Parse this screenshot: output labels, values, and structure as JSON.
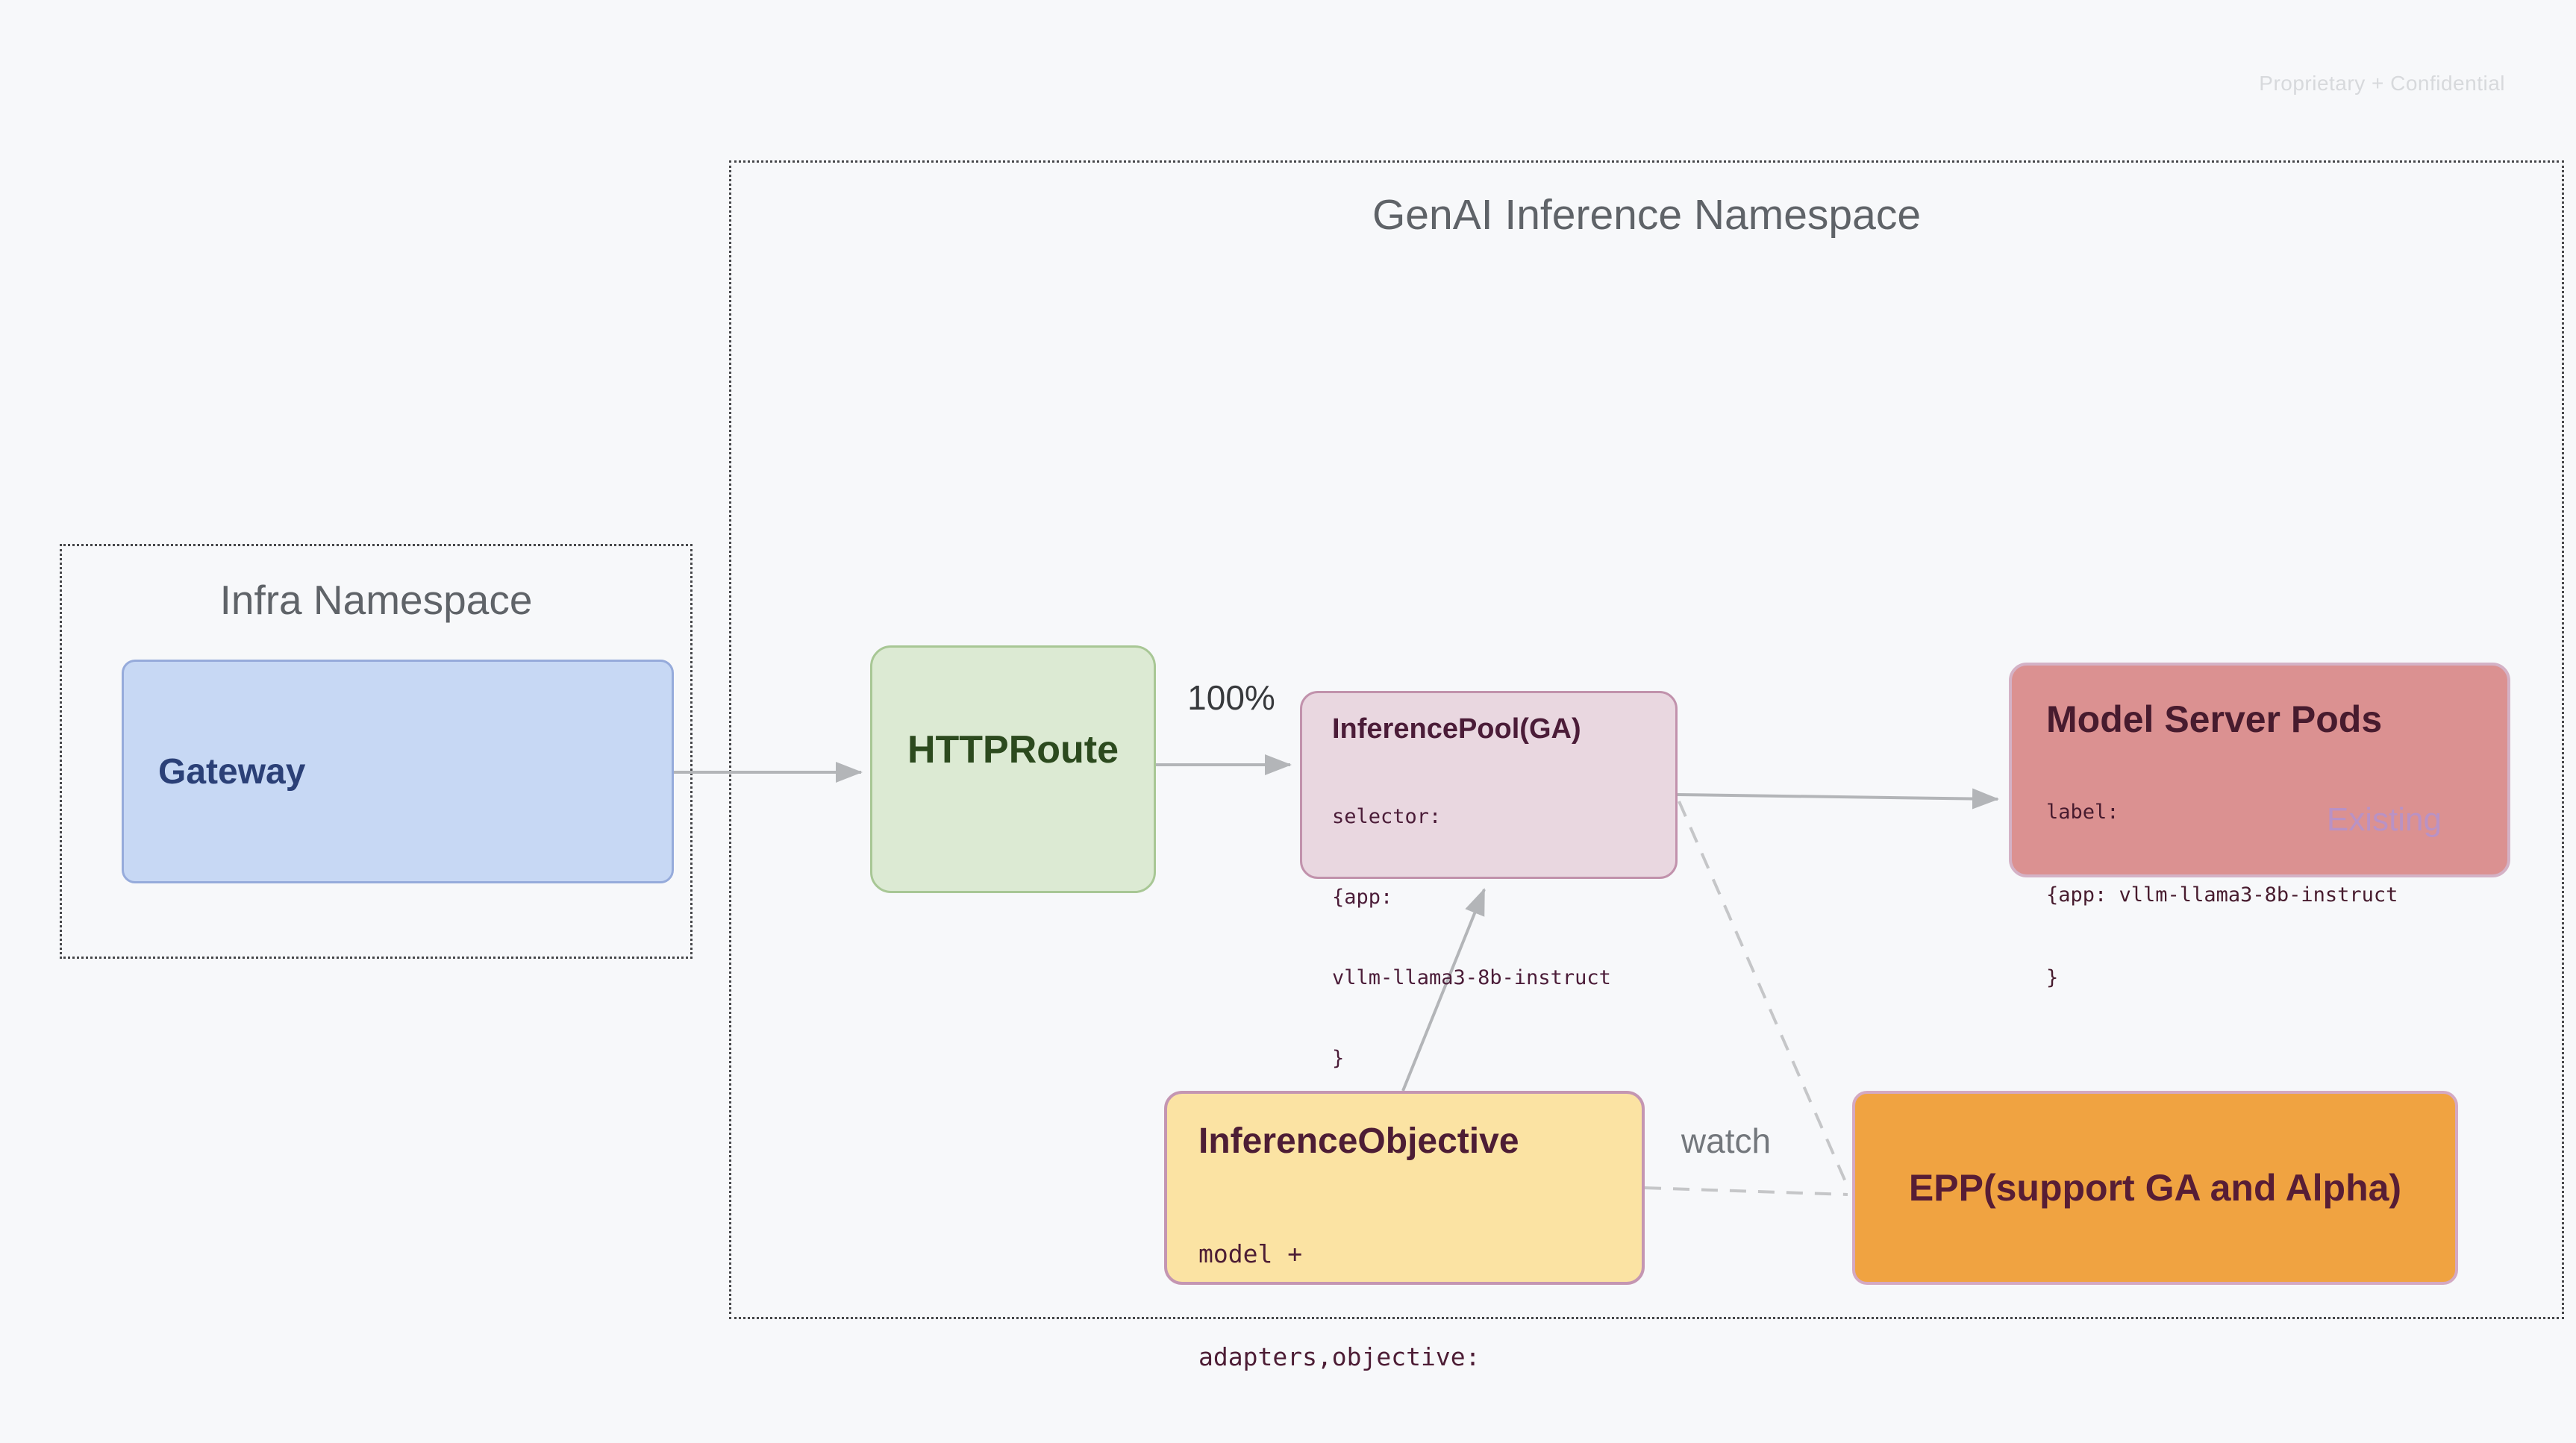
{
  "watermark": "Proprietary + Confidential",
  "palette": {
    "background": "#f7f8fa",
    "namespace_border_color": "#46474a",
    "namespace_title_color": "#5f6368",
    "watermark_color": "#d7d9dc"
  },
  "namespaces": {
    "genai": {
      "title": "GenAI Inference Namespace"
    },
    "infra": {
      "title": "Infra Namespace"
    }
  },
  "nodes": {
    "gateway": {
      "label": "Gateway",
      "fill": "#c7d8f4",
      "border": "#96abdb",
      "text_color": "#2b4077"
    },
    "httproute": {
      "label": "HTTPRoute",
      "fill": "#dcead3",
      "border": "#a8c795",
      "text_color": "#2c4a1e"
    },
    "inference_pool": {
      "title": "InferencePool(GA)",
      "code": [
        "selector:",
        "{app:",
        "vllm-llama3-8b-instruct",
        "}"
      ],
      "fill": "#e9d7e0",
      "border": "#c192ac",
      "text_color": "#4b1c38"
    },
    "model_server_pods": {
      "title": "Model Server Pods",
      "code": [
        "label:",
        "{app: vllm-llama3-8b-instruct",
        "}"
      ],
      "badge": "Existing",
      "badge_color": "#b992c5",
      "fill": "#db9191",
      "border": "#d4b2c6",
      "text_color": "#471b2e"
    },
    "inference_objective": {
      "title": "InferenceObjective",
      "code": [
        "model +",
        "adapters,objective:"
      ],
      "fill": "#fbe3a3",
      "border": "#c496b2",
      "text_color": "#4d1d35"
    },
    "epp": {
      "label": "EPP(support GA and Alpha)",
      "fill": "#f0a341",
      "border": "#d4a9c2",
      "text_color": "#571d35"
    }
  },
  "edges": {
    "route_weight_label": "100%",
    "route_weight_label_color": "#37393c",
    "watch_label": "watch",
    "watch_label_color": "#73777c",
    "arrow_color": "#b3b5b8",
    "dash_color": "#c5c6c8"
  }
}
